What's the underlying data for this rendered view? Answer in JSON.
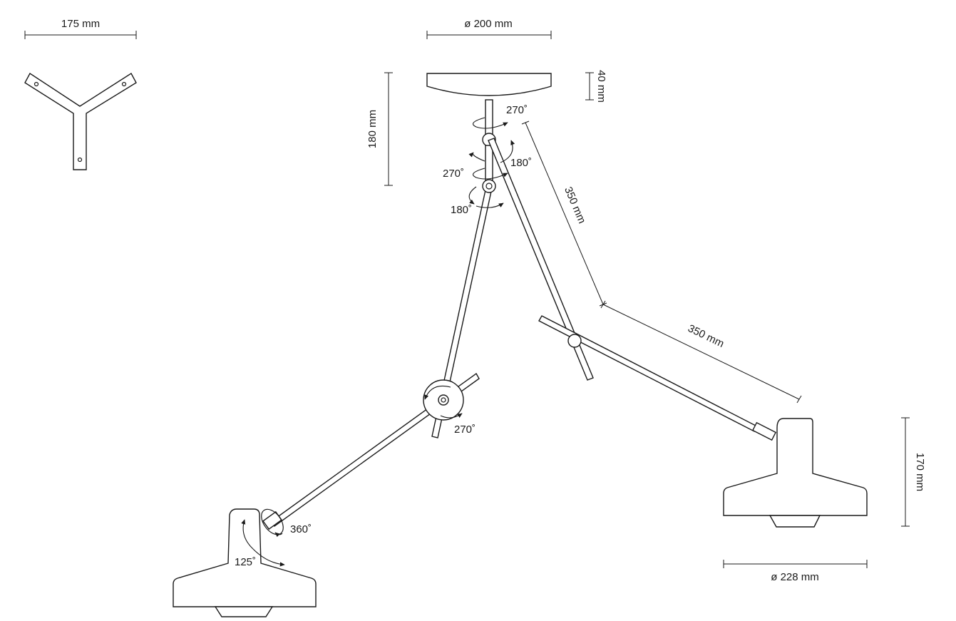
{
  "diagram": {
    "dimensions": {
      "bracket_width": "175 mm",
      "canopy_diameter": "ø 200 mm",
      "canopy_height": "40 mm",
      "upper_height": "180 mm",
      "arm_length_upper": "350 mm",
      "arm_length_lower": "350 mm",
      "shade_height": "170 mm",
      "shade_diameter": "ø 228 mm"
    },
    "rotations": {
      "top_swivel": "270˚",
      "mid_swivel": "270˚",
      "joint_tilt_right": "180˚",
      "joint_tilt_left": "180˚",
      "elbow": "270˚",
      "shade_spin": "360˚",
      "shade_tilt": "125˚"
    }
  }
}
